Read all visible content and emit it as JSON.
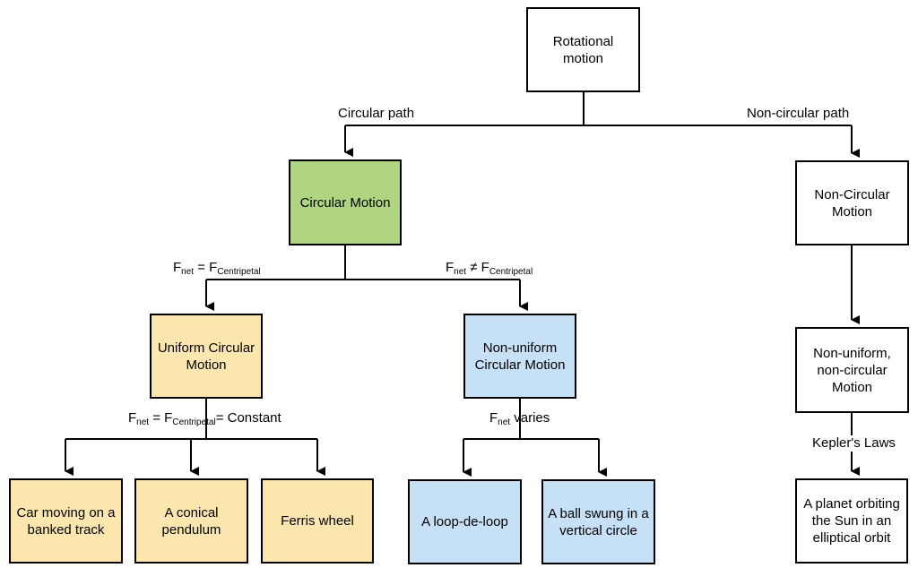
{
  "nodes": {
    "rotational": "Rotational motion",
    "circular": "Circular Motion",
    "noncircular": "Non-Circular Motion",
    "ucm": "Uniform Circular Motion",
    "nucm": "Non-uniform Circular Motion",
    "nunc": "Non-uniform, non-circular Motion",
    "car": "Car moving on a banked track",
    "conical": "A conical pendulum",
    "ferris": "Ferris wheel",
    "loop": "A loop-de-loop",
    "ball": "A ball swung in a vertical circle",
    "planet": "A planet orbiting the Sun in an elliptical orbit"
  },
  "edge_labels": {
    "circular_path": "Circular path",
    "noncircular_path": "Non-circular path",
    "f_eq": {
      "f": "F",
      "net": "net",
      "op": " = F",
      "sub": "Centripetal"
    },
    "f_neq": {
      "f": "F",
      "net": "net",
      "op": " ≠ F",
      "sub": "Centripetal"
    },
    "f_const": {
      "f": "F",
      "net": "net",
      "op": " = F",
      "sub": "Centripetal",
      "tail": "= Constant"
    },
    "f_varies": {
      "f": "F",
      "net": "net",
      "tail": " varies"
    },
    "kepler": "Kepler's Laws"
  },
  "colors": {
    "green": "#b0d581",
    "yellow": "#fbe6ae",
    "blue": "#c6e0f5",
    "white": "#ffffff",
    "line": "#000000"
  }
}
